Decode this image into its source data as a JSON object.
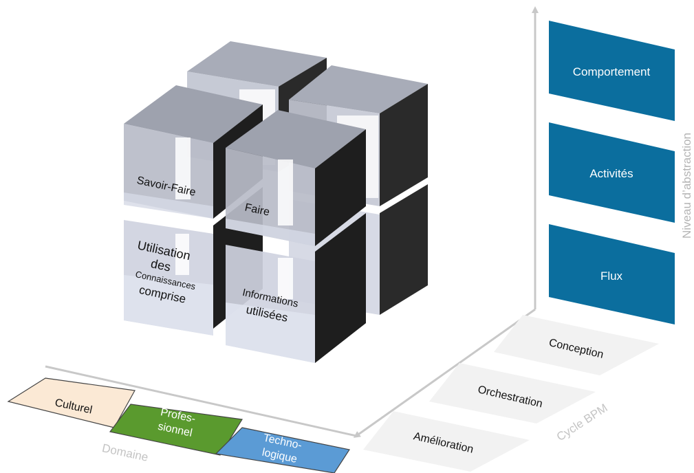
{
  "abstraction": {
    "axis_label": "Niveau d’abstraction",
    "levels": [
      "Comportement",
      "Activités",
      "Flux"
    ],
    "color": "#0b6e9e"
  },
  "bpm": {
    "axis_label": "Cycle BPM",
    "phases": [
      "Conception",
      "Orchestration",
      "Amélioration"
    ]
  },
  "domaine": {
    "axis_label": "Domaine",
    "culturel": "Culturel",
    "professionnel": [
      "Profes-",
      "sionnel"
    ],
    "technologique": [
      "Techno-",
      "logique"
    ],
    "colors": {
      "culturel": "#fbe9d5",
      "professionnel": "#5a9a2e",
      "technologique": "#5b9bd5"
    }
  },
  "cube": {
    "savoir_faire": "Savoir-Faire",
    "faire": "Faire",
    "utilisation": [
      "Utilisation",
      "des"
    ],
    "connaissances": "Connaissances",
    "comprise": "comprise",
    "informations": [
      "Informations",
      "utilisées"
    ]
  }
}
